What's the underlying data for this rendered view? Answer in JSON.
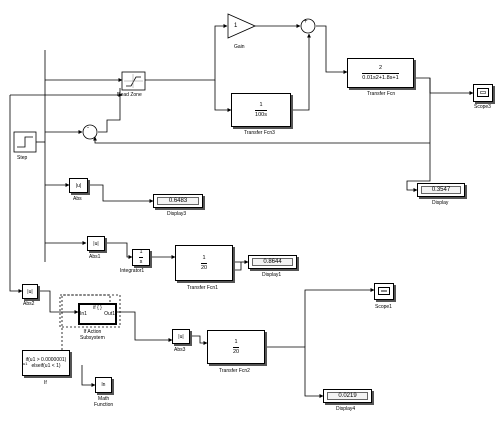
{
  "blocks": {
    "gain": {
      "value": "1",
      "label": "Gain"
    },
    "dead_zone": {
      "label": "Dead Zone"
    },
    "transfer_fcn3": {
      "num": "1",
      "den": "100s",
      "label": "Transfer Fcn3"
    },
    "transfer_fcn": {
      "num": "2",
      "den": "0.01s2+1.8s+1",
      "label": "Transfer Fcn"
    },
    "scope3": {
      "label": "Scope3"
    },
    "step": {
      "label": "Step"
    },
    "abs": {
      "value": "|u|",
      "label": "Abs"
    },
    "display3": {
      "value": "0.6483",
      "label": "Display3"
    },
    "display": {
      "value": "0.3547",
      "label": "Display"
    },
    "abs1": {
      "value": "|u|",
      "label": "Abs1"
    },
    "integrator1": {
      "num": "1",
      "den": "s",
      "label": "Integrator1"
    },
    "transfer_fcn1": {
      "num": "1",
      "den": "20",
      "label": "Transfer Fcn1"
    },
    "display1": {
      "value": "0.8644",
      "label": "Display1"
    },
    "abs2": {
      "value": "|u|",
      "label": "Abs2"
    },
    "if_action": {
      "line1": "if { }",
      "in": "In1",
      "out": "Out1",
      "label": "If Action\nSubsystem"
    },
    "if_block": {
      "line1": "if(u1 > 0.0000001)",
      "line2": "elseif(u1 < 1)",
      "port": "u1",
      "label": "If"
    },
    "math_function": {
      "value": "ln",
      "label": "Math\nFunction"
    },
    "abs3": {
      "value": "|u|",
      "label": "Abs3"
    },
    "transfer_fcn2": {
      "num": "1",
      "den": "20",
      "label": "Transfer Fcn2"
    },
    "scope1": {
      "label": "Scope1"
    },
    "display4": {
      "value": "0.0219",
      "label": "Display4"
    }
  },
  "sum_signs": {
    "sum_top": "+",
    "sum_mid": "-"
  }
}
